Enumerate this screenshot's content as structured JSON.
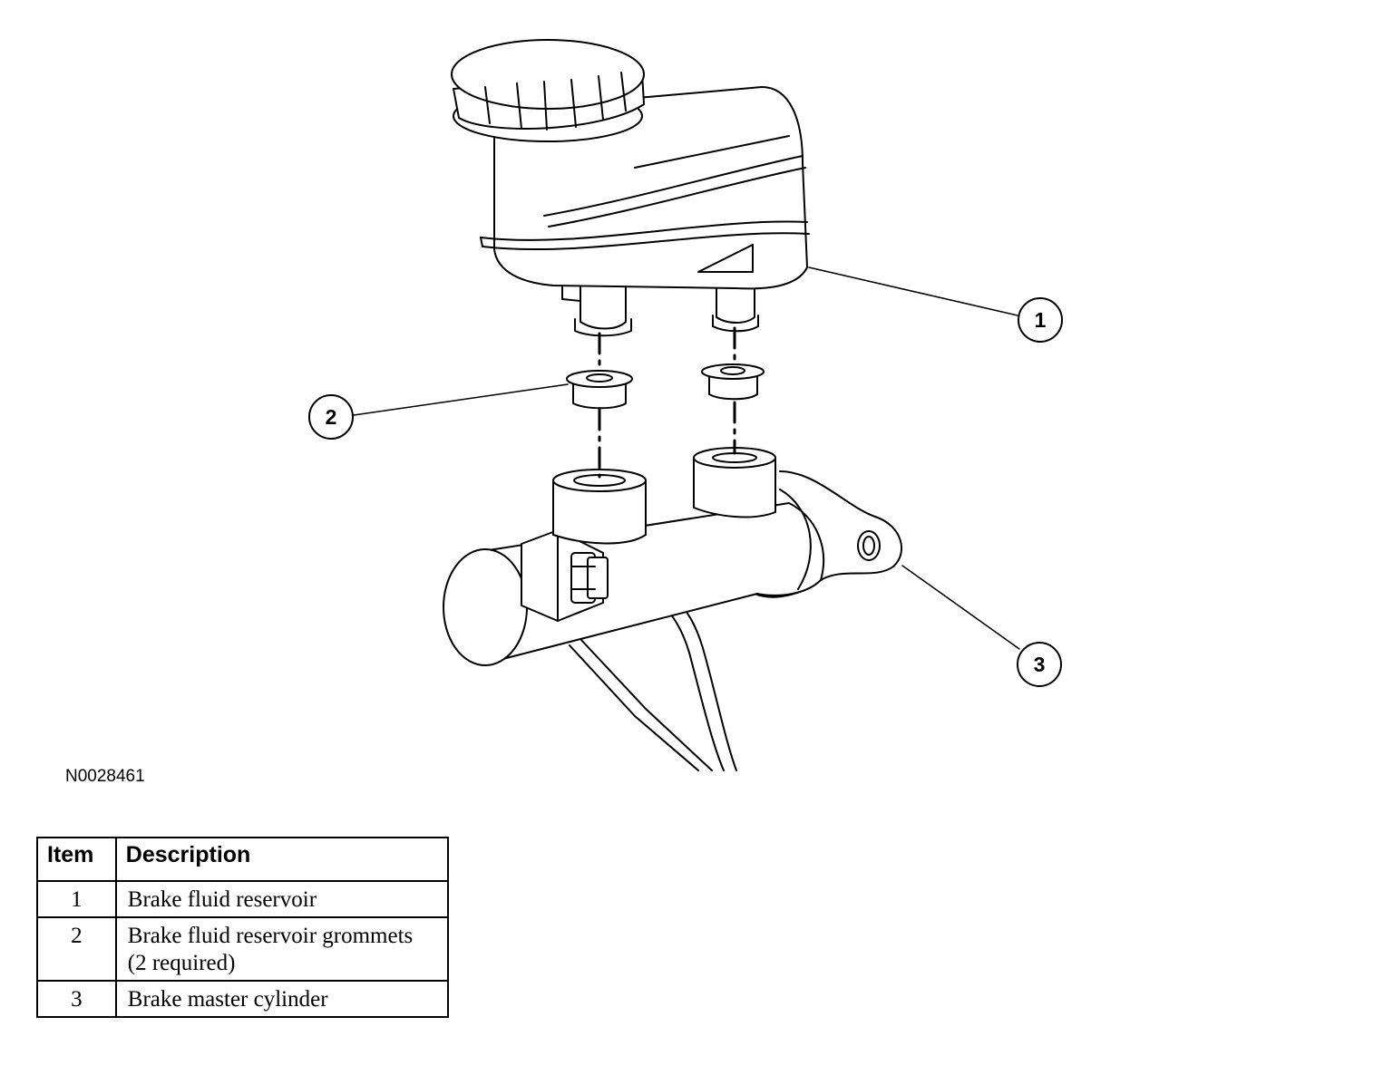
{
  "figure_id": "N0028461",
  "callouts": [
    {
      "number": "1"
    },
    {
      "number": "2"
    },
    {
      "number": "3"
    }
  ],
  "legend": {
    "headers": {
      "item": "Item",
      "description": "Description"
    },
    "rows": [
      {
        "item": "1",
        "description": "Brake fluid reservoir"
      },
      {
        "item": "2",
        "description": "Brake fluid reservoir grommets (2 required)"
      },
      {
        "item": "3",
        "description": "Brake master cylinder"
      }
    ]
  }
}
